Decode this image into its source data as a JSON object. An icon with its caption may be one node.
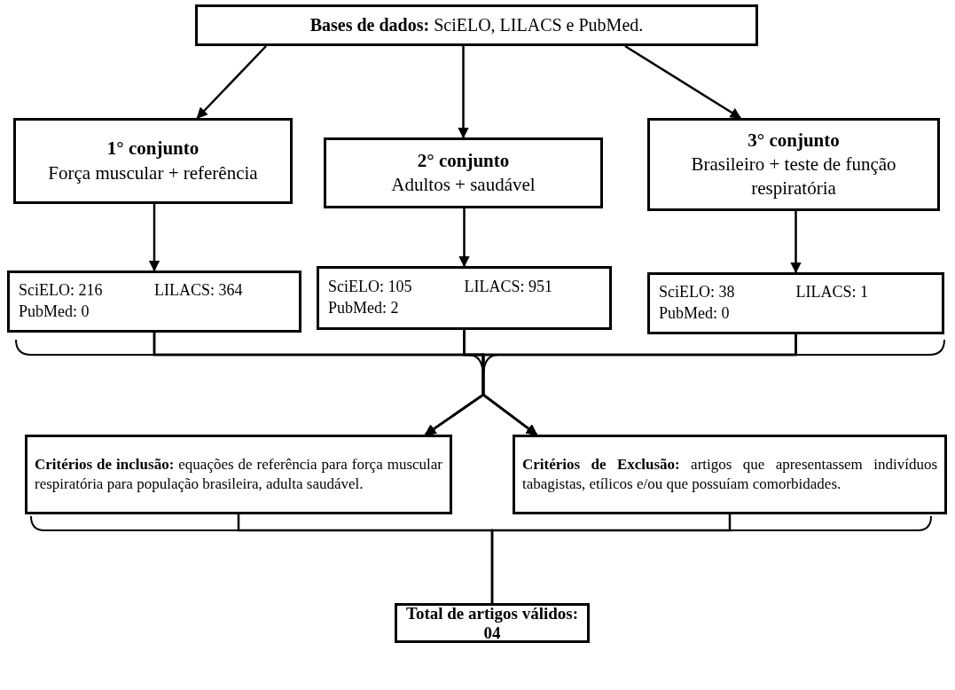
{
  "diagram": {
    "nodes": [
      {
        "text": [
          "**Bases de dados:** SciELO, LILACS e PubMed."
        ]
      },
      {
        "text": [
          "1° conjunto",
          "Força muscular + referência"
        ]
      },
      {
        "text": [
          "2° conjunto",
          "Adultos + saudável"
        ]
      },
      {
        "text": [
          "3° conjunto",
          "Brasileiro + teste de função respiratória"
        ]
      },
      {
        "text": [
          "SciELO: 216",
          "LILACS: 364",
          "PubMed: 0"
        ]
      },
      {
        "text": [
          "SciELO: 105",
          "LILACS: 951",
          "PubMed: 2"
        ]
      },
      {
        "text": [
          "SciELO: 38",
          "LILACS: 1",
          "PubMed: 0"
        ]
      },
      {
        "text": [
          "**Critérios de inclusão:** equações de referência para força muscular respiratória para população brasileira, adulta saudável."
        ]
      },
      {
        "text": [
          "**Critérios de Exclusão:** artigos que apresentassem indivíduos tabagistas, etílicos e/ou que possuíam comorbidades."
        ]
      },
      {
        "text": [
          "Total de artigos válidos: 04"
        ]
      }
    ],
    "edges": [
      {
        "from": 0,
        "to": 1,
        "arrow": "to"
      },
      {
        "from": 0,
        "to": 2,
        "arrow": "to"
      },
      {
        "from": 0,
        "to": 3,
        "arrow": "to"
      },
      {
        "from": 1,
        "to": 4,
        "arrow": "to"
      },
      {
        "from": 2,
        "to": 5,
        "arrow": "to"
      },
      {
        "from": 3,
        "to": 6,
        "arrow": "to"
      },
      {
        "from": 4,
        "to": 7,
        "arrow": "to"
      },
      {
        "from": 5,
        "to": 7,
        "arrow": "to"
      },
      {
        "from": 6,
        "to": 7,
        "arrow": "to"
      },
      {
        "from": 4,
        "to": 8,
        "arrow": "to"
      },
      {
        "from": 5,
        "to": 8,
        "arrow": "to"
      },
      {
        "from": 6,
        "to": 8,
        "arrow": "to"
      },
      {
        "from": 7,
        "to": 9,
        "arrow": "none"
      },
      {
        "from": 8,
        "to": 9,
        "arrow": "none"
      }
    ]
  }
}
